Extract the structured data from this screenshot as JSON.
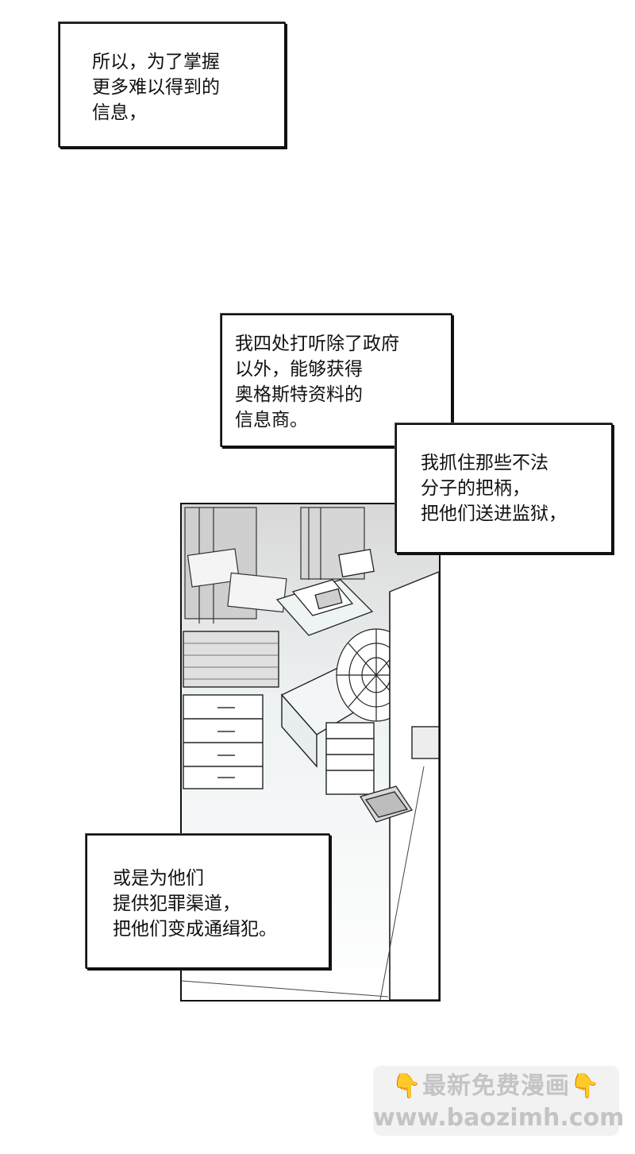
{
  "captions": [
    {
      "lines": [
        "所以，为了掌握",
        "更多难以得到的",
        "信息，"
      ]
    },
    {
      "lines": [
        "我四处打听除了政府",
        "以外，能够获得",
        "奥格斯特资料的",
        "信息商。"
      ]
    },
    {
      "lines": [
        "我抓住那些不法",
        "分子的把柄，",
        "把他们送进监狱，"
      ]
    },
    {
      "lines": [
        "或是为他们",
        "提供犯罪渠道，",
        "把他们变成通缉犯。"
      ]
    }
  ],
  "watermark": {
    "top_text": "最新免费漫画",
    "bottom_text": "www.baozimh.com",
    "hand_icon": "pointing-down-hand-icon",
    "hand_glyph": "👇"
  },
  "colors": {
    "ink": "#111111",
    "panel_tint": "#e6eef0",
    "watermark_text": "#c4c4c4",
    "hand": "#f2b632"
  }
}
